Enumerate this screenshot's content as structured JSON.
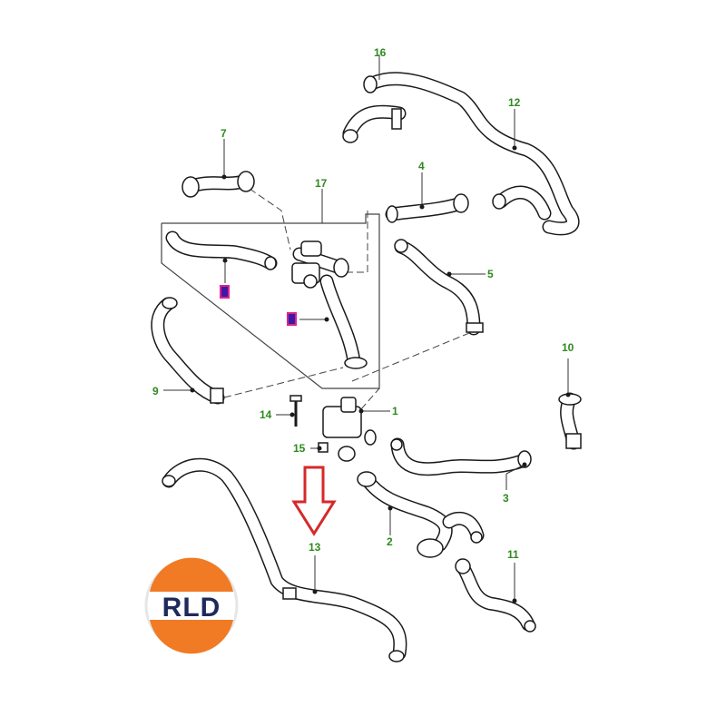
{
  "callouts": {
    "c1": "1",
    "c2": "2",
    "c3": "3",
    "c4": "4",
    "c5": "5",
    "c7": "7",
    "c9": "9",
    "c10": "10",
    "c11": "11",
    "c12": "12",
    "c13": "13",
    "c14": "14",
    "c15": "15",
    "c16": "16",
    "c17": "17"
  },
  "logo": {
    "text": "RLD"
  },
  "colors": {
    "callout": "#2e8a1e",
    "arrow": "#d42a2a",
    "logo_orange": "#f07b24",
    "logo_navy": "#1f2a5c",
    "marker_fill": "#3a1aa6",
    "marker_border": "#e0218a"
  }
}
